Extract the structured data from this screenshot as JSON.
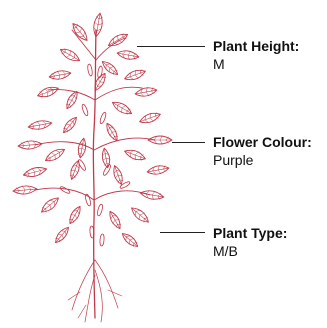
{
  "plant_illustration": {
    "icon": "peanut-plant-illustration",
    "line_color": "#c0394a"
  },
  "attributes": [
    {
      "label": "Plant Height:",
      "value": "M"
    },
    {
      "label": "Flower Colour:",
      "value": "Purple"
    },
    {
      "label": "Plant Type:",
      "value": "M/B"
    }
  ]
}
